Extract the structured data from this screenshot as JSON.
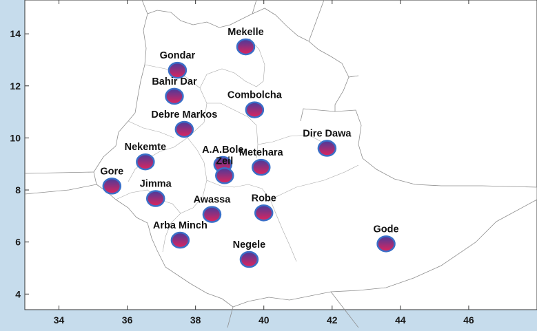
{
  "map": {
    "colors": {
      "frame_bg": "#c6dcec",
      "plot_bg": "#ffffff",
      "border": "#8e8e8e",
      "marker_edge": "#3a6fc8",
      "marker_top": "#4a3a9a",
      "marker_bottom": "#e0245c"
    },
    "xlim": [
      33,
      48
    ],
    "ylim": [
      3.4,
      15.3
    ],
    "x_ticks": [
      "34",
      "36",
      "38",
      "40",
      "42",
      "44",
      "46"
    ],
    "y_ticks": [
      "4",
      "6",
      "8",
      "10",
      "12",
      "14"
    ],
    "stations": [
      {
        "name": "Mekelle",
        "lon": 39.47,
        "lat": 13.5
      },
      {
        "name": "Gondar",
        "lon": 37.47,
        "lat": 12.6
      },
      {
        "name": "Bahir Dar",
        "lon": 37.38,
        "lat": 11.6
      },
      {
        "name": "Combolcha",
        "lon": 39.73,
        "lat": 11.08
      },
      {
        "name": "Debre Markos",
        "lon": 37.67,
        "lat": 10.33
      },
      {
        "name": "Dire Dawa",
        "lon": 41.85,
        "lat": 9.6
      },
      {
        "name": "Nekemte",
        "lon": 36.53,
        "lat": 9.08
      },
      {
        "name": "A.A.Bole",
        "lon": 38.8,
        "lat": 8.98
      },
      {
        "name": "Zeil",
        "lon": 38.85,
        "lat": 8.55
      },
      {
        "name": "Metehara",
        "lon": 39.92,
        "lat": 8.87
      },
      {
        "name": "Gore",
        "lon": 35.55,
        "lat": 8.15
      },
      {
        "name": "Jimma",
        "lon": 36.83,
        "lat": 7.67
      },
      {
        "name": "Awassa",
        "lon": 38.48,
        "lat": 7.06
      },
      {
        "name": "Robe",
        "lon": 40.0,
        "lat": 7.12
      },
      {
        "name": "Arba Minch",
        "lon": 37.55,
        "lat": 6.07
      },
      {
        "name": "Negele",
        "lon": 39.57,
        "lat": 5.33
      },
      {
        "name": "Gode",
        "lon": 43.58,
        "lat": 5.93
      }
    ]
  }
}
